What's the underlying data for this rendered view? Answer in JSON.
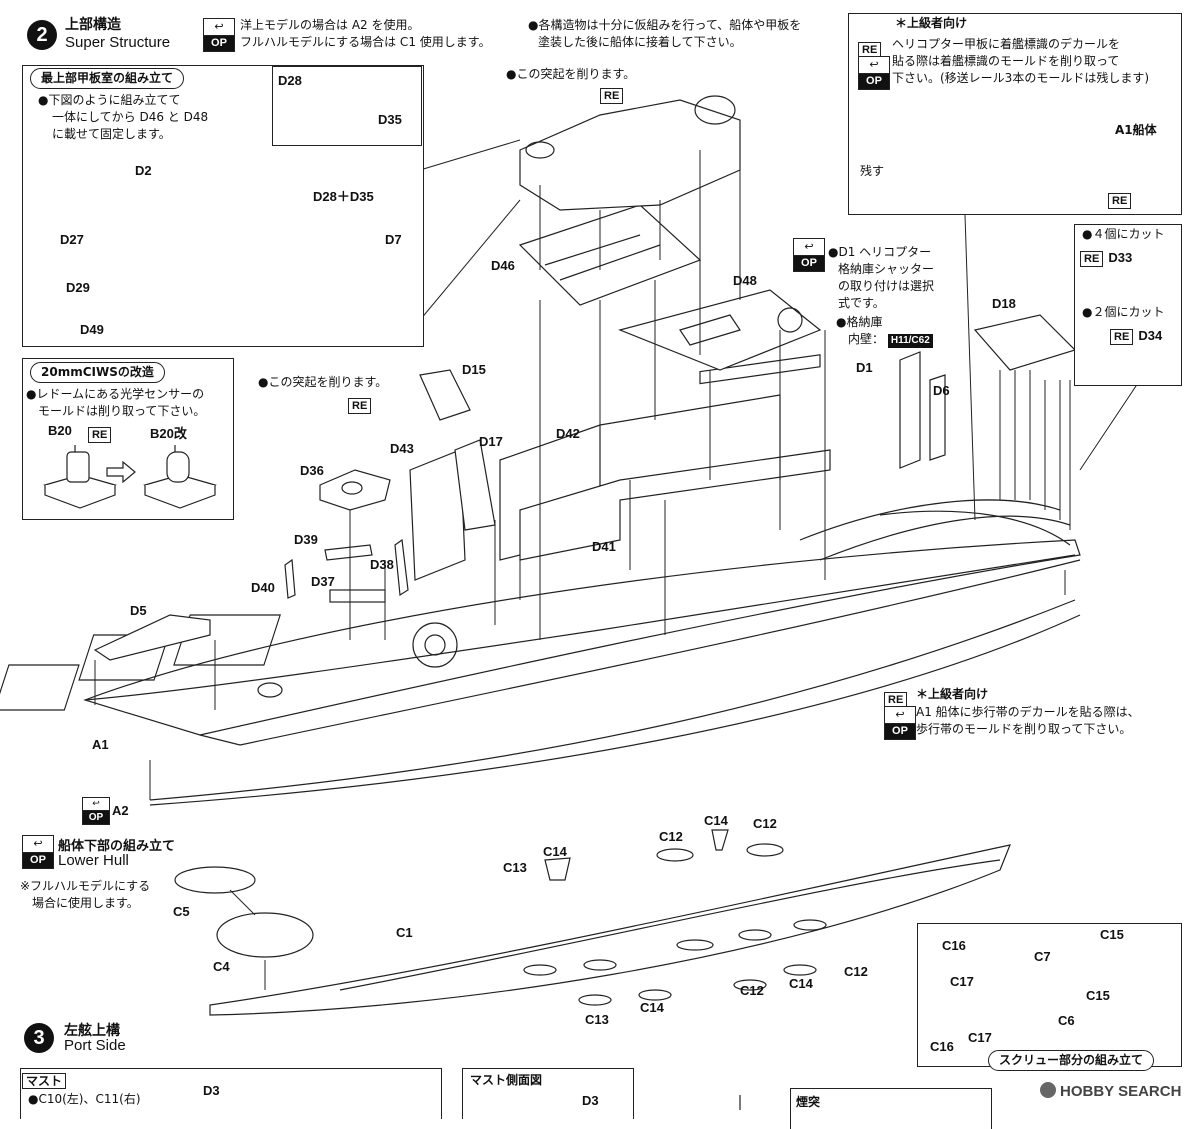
{
  "step2": {
    "number": "2",
    "title_jp": "上部構造",
    "title_en": "Super Structure",
    "op_note": [
      "洋上モデルの場合は A2 を使用。",
      "フルハルモデルにする場合は C1 使用します。"
    ],
    "top_note": [
      "●各構造物は十分に仮組みを行って、船体や甲板を",
      "塗装した後に船体に接着して下さい。"
    ],
    "remove_note_top": "●この突起を削ります。",
    "remove_note_mid": "●この突起を削ります。",
    "re_tag": "RE",
    "op_tag_top": "↩",
    "op_tag_bot": "OP"
  },
  "bridge_box": {
    "title": "最上部甲板室の組み立て",
    "note": [
      "●下図のように組み立てて",
      "一体にしてから D46 と D48",
      "に載せて固定します。"
    ],
    "parts": [
      "D2",
      "D27",
      "D29",
      "D49",
      "D28",
      "D35",
      "D28＋D35",
      "D7"
    ]
  },
  "ciws_box": {
    "title": "20mmCIWSの改造",
    "note": [
      "●レドームにある光学センサーの",
      "モールドは削り取って下さい。"
    ],
    "before": "B20",
    "after": "B20改"
  },
  "advanced_box": {
    "title": "＊上級者向け",
    "note": [
      "ヘリコプター甲板に着艦標識のデカールを",
      "貼る際は着艦標識のモールドを削り取って",
      "下さい。(移送レール3本のモールドは残します)"
    ],
    "hull_label": "A1船体",
    "keep_label": "残す"
  },
  "hangar_note": {
    "lines": [
      "●D1 ヘリコプター",
      "格納庫シャッター",
      "の取り付けは選択",
      "式です。"
    ],
    "wall_head": "●格納庫",
    "wall_label": "内壁：",
    "wall_badge": "H11/C62"
  },
  "cut_notes": {
    "cut4": "●４個にカット",
    "cut2": "●２個にカット",
    "d33": "D33",
    "d34": "D34"
  },
  "walkway_note": {
    "title": "＊上級者向け",
    "lines": [
      "A1 船体に歩行帯のデカールを貼る際は、",
      "歩行帯のモールドを削り取って下さい。"
    ]
  },
  "part_labels": {
    "d46": "D46",
    "d48": "D48",
    "d18": "D18",
    "d1": "D1",
    "d6": "D6",
    "d15": "D15",
    "d17": "D17",
    "d42": "D42",
    "d43": "D43",
    "d36": "D36",
    "d39": "D39",
    "d37": "D37",
    "d38": "D38",
    "d40": "D40",
    "d41": "D41",
    "d5": "D5",
    "a1": "A1",
    "a2": "A2"
  },
  "lower_hull": {
    "title_jp": "船体下部の組み立て",
    "title_en": "Lower Hull",
    "note": [
      "※フルハルモデルにする",
      "場合に使用します。"
    ],
    "labels": {
      "c5": "C5",
      "c4": "C4",
      "c1": "C1",
      "c13a": "C13",
      "c14a": "C14",
      "c12a": "C12",
      "c14b": "C14",
      "c12b": "C12",
      "c12c": "C12",
      "c14c": "C14",
      "c12d": "C12",
      "c14d": "C14",
      "c13b": "C13"
    }
  },
  "screw_box": {
    "title": "スクリュー部分の組み立て",
    "labels": {
      "c16a": "C16",
      "c7": "C7",
      "c15a": "C15",
      "c17a": "C17",
      "c15b": "C15",
      "c17b": "C17",
      "c6": "C6",
      "c16b": "C16"
    }
  },
  "step3": {
    "number": "3",
    "title_jp": "左舷上構",
    "title_en": "Port Side",
    "mast_tag": "マスト",
    "mast_parts": "●C10(左)、C11(右)",
    "d3a": "D3",
    "mast_side": "マスト側面図",
    "d3b": "D3",
    "chimney": "煙突"
  },
  "watermark": "HOBBY SEARCH"
}
